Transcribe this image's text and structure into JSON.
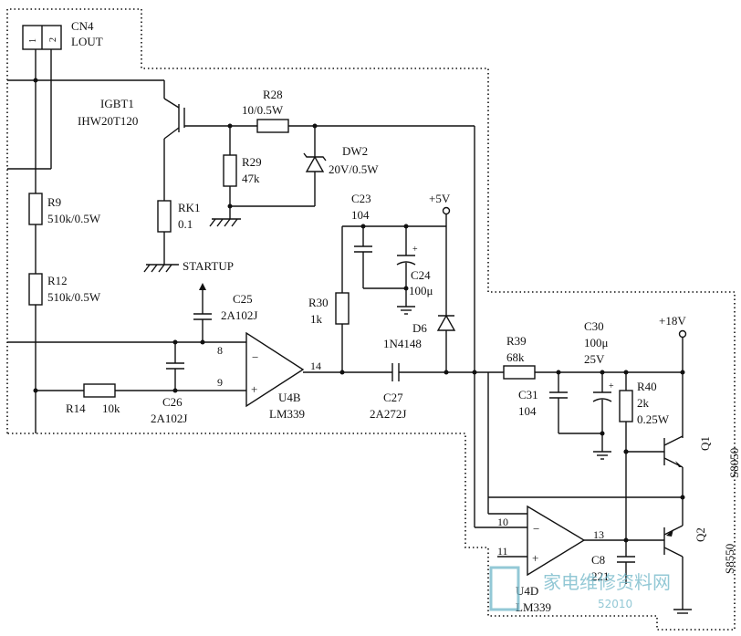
{
  "connector": {
    "ref": "CN4",
    "name": "LOUT",
    "pin1": "1",
    "pin2": "2"
  },
  "igbt": {
    "ref": "IGBT1",
    "part": "IHW20T120"
  },
  "r28": {
    "ref": "R28",
    "value": "10/0.5W"
  },
  "r29": {
    "ref": "R29",
    "value": "47k"
  },
  "dw2": {
    "ref": "DW2",
    "value": "20V/0.5W"
  },
  "rk1": {
    "ref": "RK1",
    "value": "0.1"
  },
  "r9": {
    "ref": "R9",
    "value": "510k/0.5W"
  },
  "r12": {
    "ref": "R12",
    "value": "510k/0.5W"
  },
  "startup": "STARTUP",
  "c23": {
    "ref": "C23",
    "value": "104"
  },
  "c24": {
    "ref": "C24",
    "value": "100μ"
  },
  "supply_5v": "+5V",
  "r30": {
    "ref": "R30",
    "value": "1k"
  },
  "d6": {
    "ref": "D6",
    "value": "1N4148"
  },
  "c25": {
    "ref": "C25",
    "value": "2A102J"
  },
  "c26": {
    "ref": "C26",
    "value": "2A102J"
  },
  "r14": {
    "ref": "R14",
    "value": "10k"
  },
  "u4b": {
    "ref": "U4B",
    "part": "LM339",
    "pin_inv": "8",
    "pin_noninv": "9",
    "pin_out": "14"
  },
  "c27": {
    "ref": "C27",
    "value": "2A272J"
  },
  "r39": {
    "ref": "R39",
    "value": "68k"
  },
  "c30": {
    "ref": "C30",
    "value": "100μ",
    "voltage": "25V"
  },
  "c31": {
    "ref": "C31",
    "value": "104"
  },
  "supply_18v": "+18V",
  "r40": {
    "ref": "R40",
    "value": "2k",
    "power": "0.25W"
  },
  "q1": {
    "ref": "Q1",
    "part": "S8050"
  },
  "q2": {
    "ref": "Q2",
    "part": "S8550"
  },
  "u4d": {
    "ref": "U4D",
    "part": "LM339",
    "pin_inv": "10",
    "pin_noninv": "11",
    "pin_out": "13"
  },
  "c8": {
    "ref": "C8",
    "value": "221"
  },
  "watermark": {
    "text": "家电维修资料网",
    "number": "52010"
  }
}
